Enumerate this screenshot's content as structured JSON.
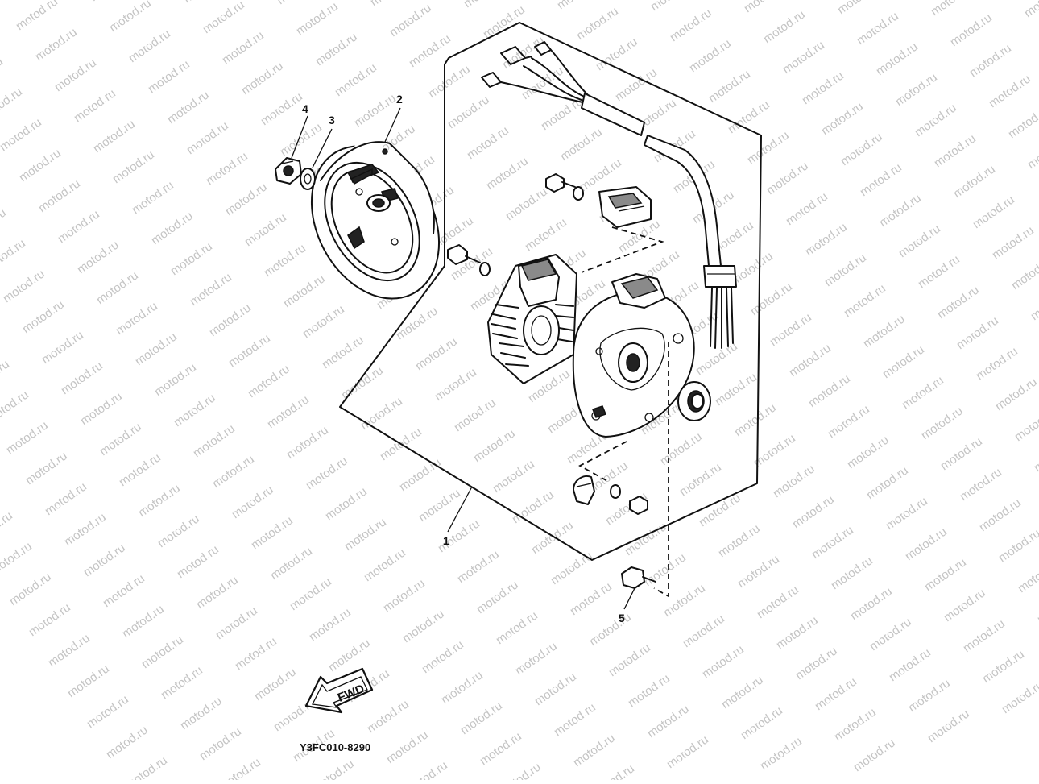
{
  "diagram": {
    "code": "Y3FC010-8290",
    "watermark": "motod.ru",
    "callouts": [
      {
        "id": "1",
        "label": "1"
      },
      {
        "id": "2",
        "label": "2"
      },
      {
        "id": "3",
        "label": "3"
      },
      {
        "id": "4",
        "label": "4"
      },
      {
        "id": "5",
        "label": "5"
      }
    ],
    "direction_arrow": {
      "label": "FWD",
      "icon": "fwd-arrow-icon"
    }
  }
}
